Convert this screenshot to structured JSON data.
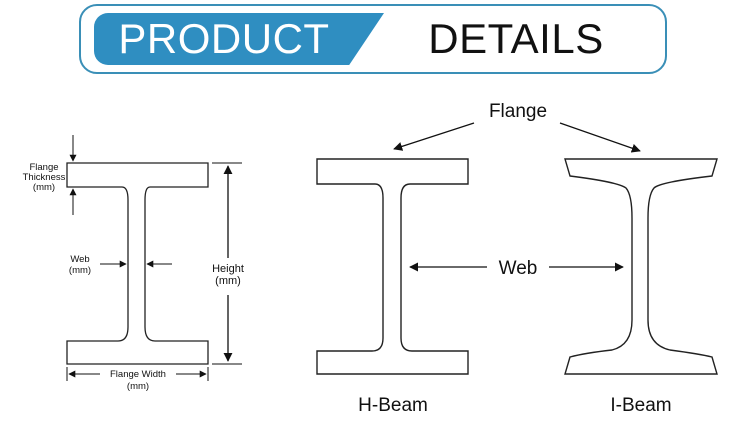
{
  "banner": {
    "left_text": "PRODUCT",
    "right_text": "DETAILS",
    "accent": "#2f8ec1"
  },
  "left_diagram": {
    "flange_thickness": [
      "Flange",
      "Thickness",
      "(mm)"
    ],
    "web": [
      "Web",
      "(mm)"
    ],
    "height": [
      "Height",
      "(mm)"
    ],
    "flange_width": [
      "Flange Width",
      "(mm)"
    ]
  },
  "center": {
    "flange_label": "Flange",
    "web_label": "Web"
  },
  "captions": {
    "h_beam": "H-Beam",
    "i_beam": "I-Beam"
  }
}
